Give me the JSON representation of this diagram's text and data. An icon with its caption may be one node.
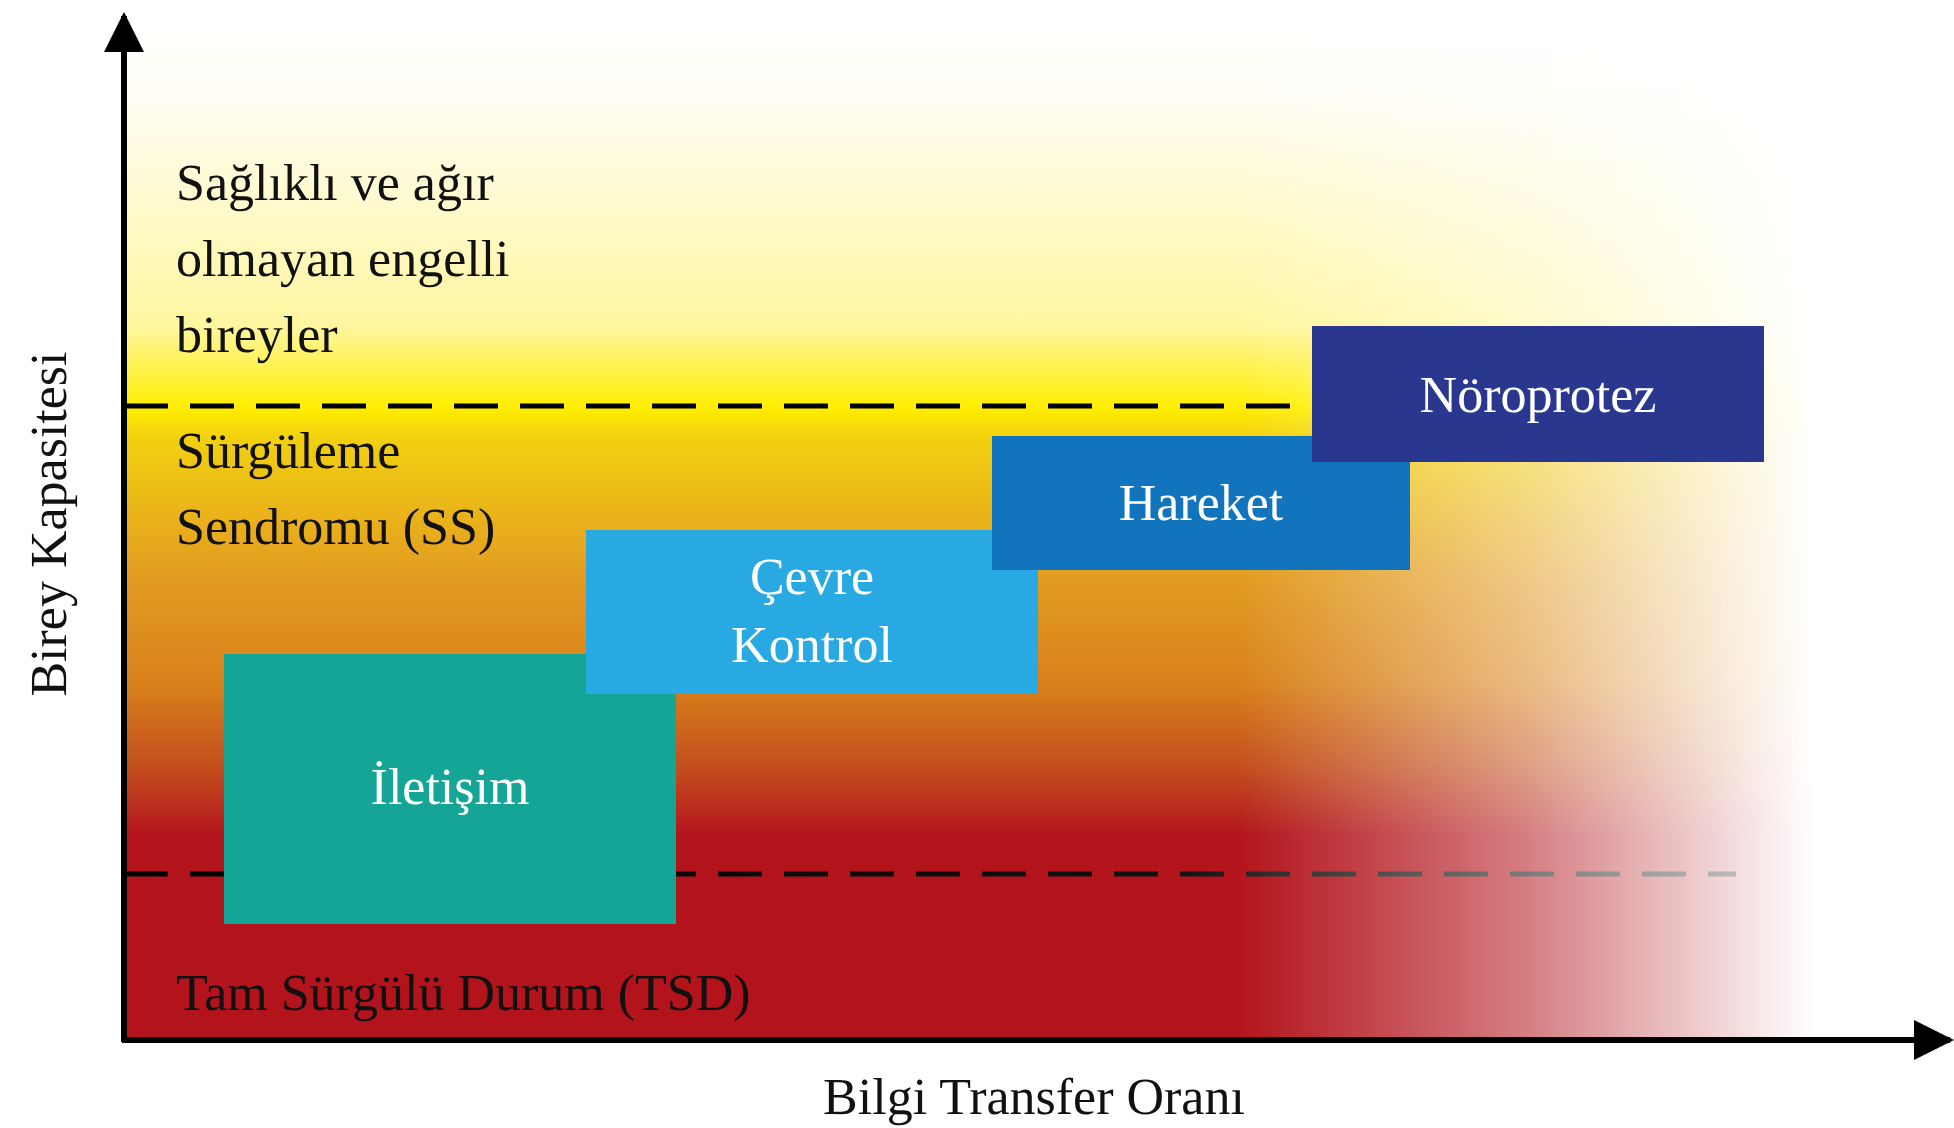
{
  "diagram": {
    "nodes": [
      {
        "text": [
          "İletişim"
        ]
      },
      {
        "text": [
          "Çevre Kontrol"
        ]
      },
      {
        "text": [
          "Hareket"
        ]
      },
      {
        "text": [
          "Nöroprotez"
        ]
      }
    ],
    "labels": [
      "Sağlıklı ve ağır olmayan engelli bireyler",
      "Sürgüleme Sendromu (SS)",
      "Tam Sürgülü Durum (TSD)",
      "Birey Kapasitesi",
      "Bilgi Transfer Oranı"
    ]
  }
}
